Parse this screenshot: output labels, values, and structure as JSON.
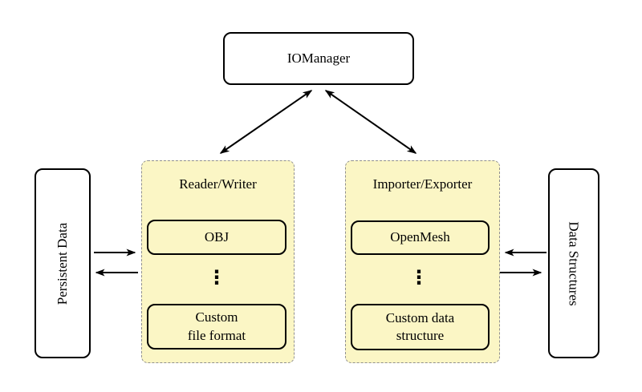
{
  "diagram": {
    "iomanager": {
      "label": "IOManager"
    },
    "persistent_data": {
      "label": "Persistent Data"
    },
    "data_structures": {
      "label": "Data Structures"
    },
    "reader_writer": {
      "title": "Reader/Writer",
      "item1": "OBJ",
      "ellipsis": "⋮",
      "item2_line1": "Custom",
      "item2_line2": "file format"
    },
    "importer_exporter": {
      "title": "Importer/Exporter",
      "item1": "OpenMesh",
      "ellipsis": "⋮",
      "item2_line1": "Custom data",
      "item2_line2": "structure"
    },
    "colors": {
      "group_fill": "#FBF6C5",
      "group_dashed_border": "#909090",
      "node_border": "#000000",
      "node_fill": "#FFFFFF",
      "arrow": "#000000"
    }
  }
}
